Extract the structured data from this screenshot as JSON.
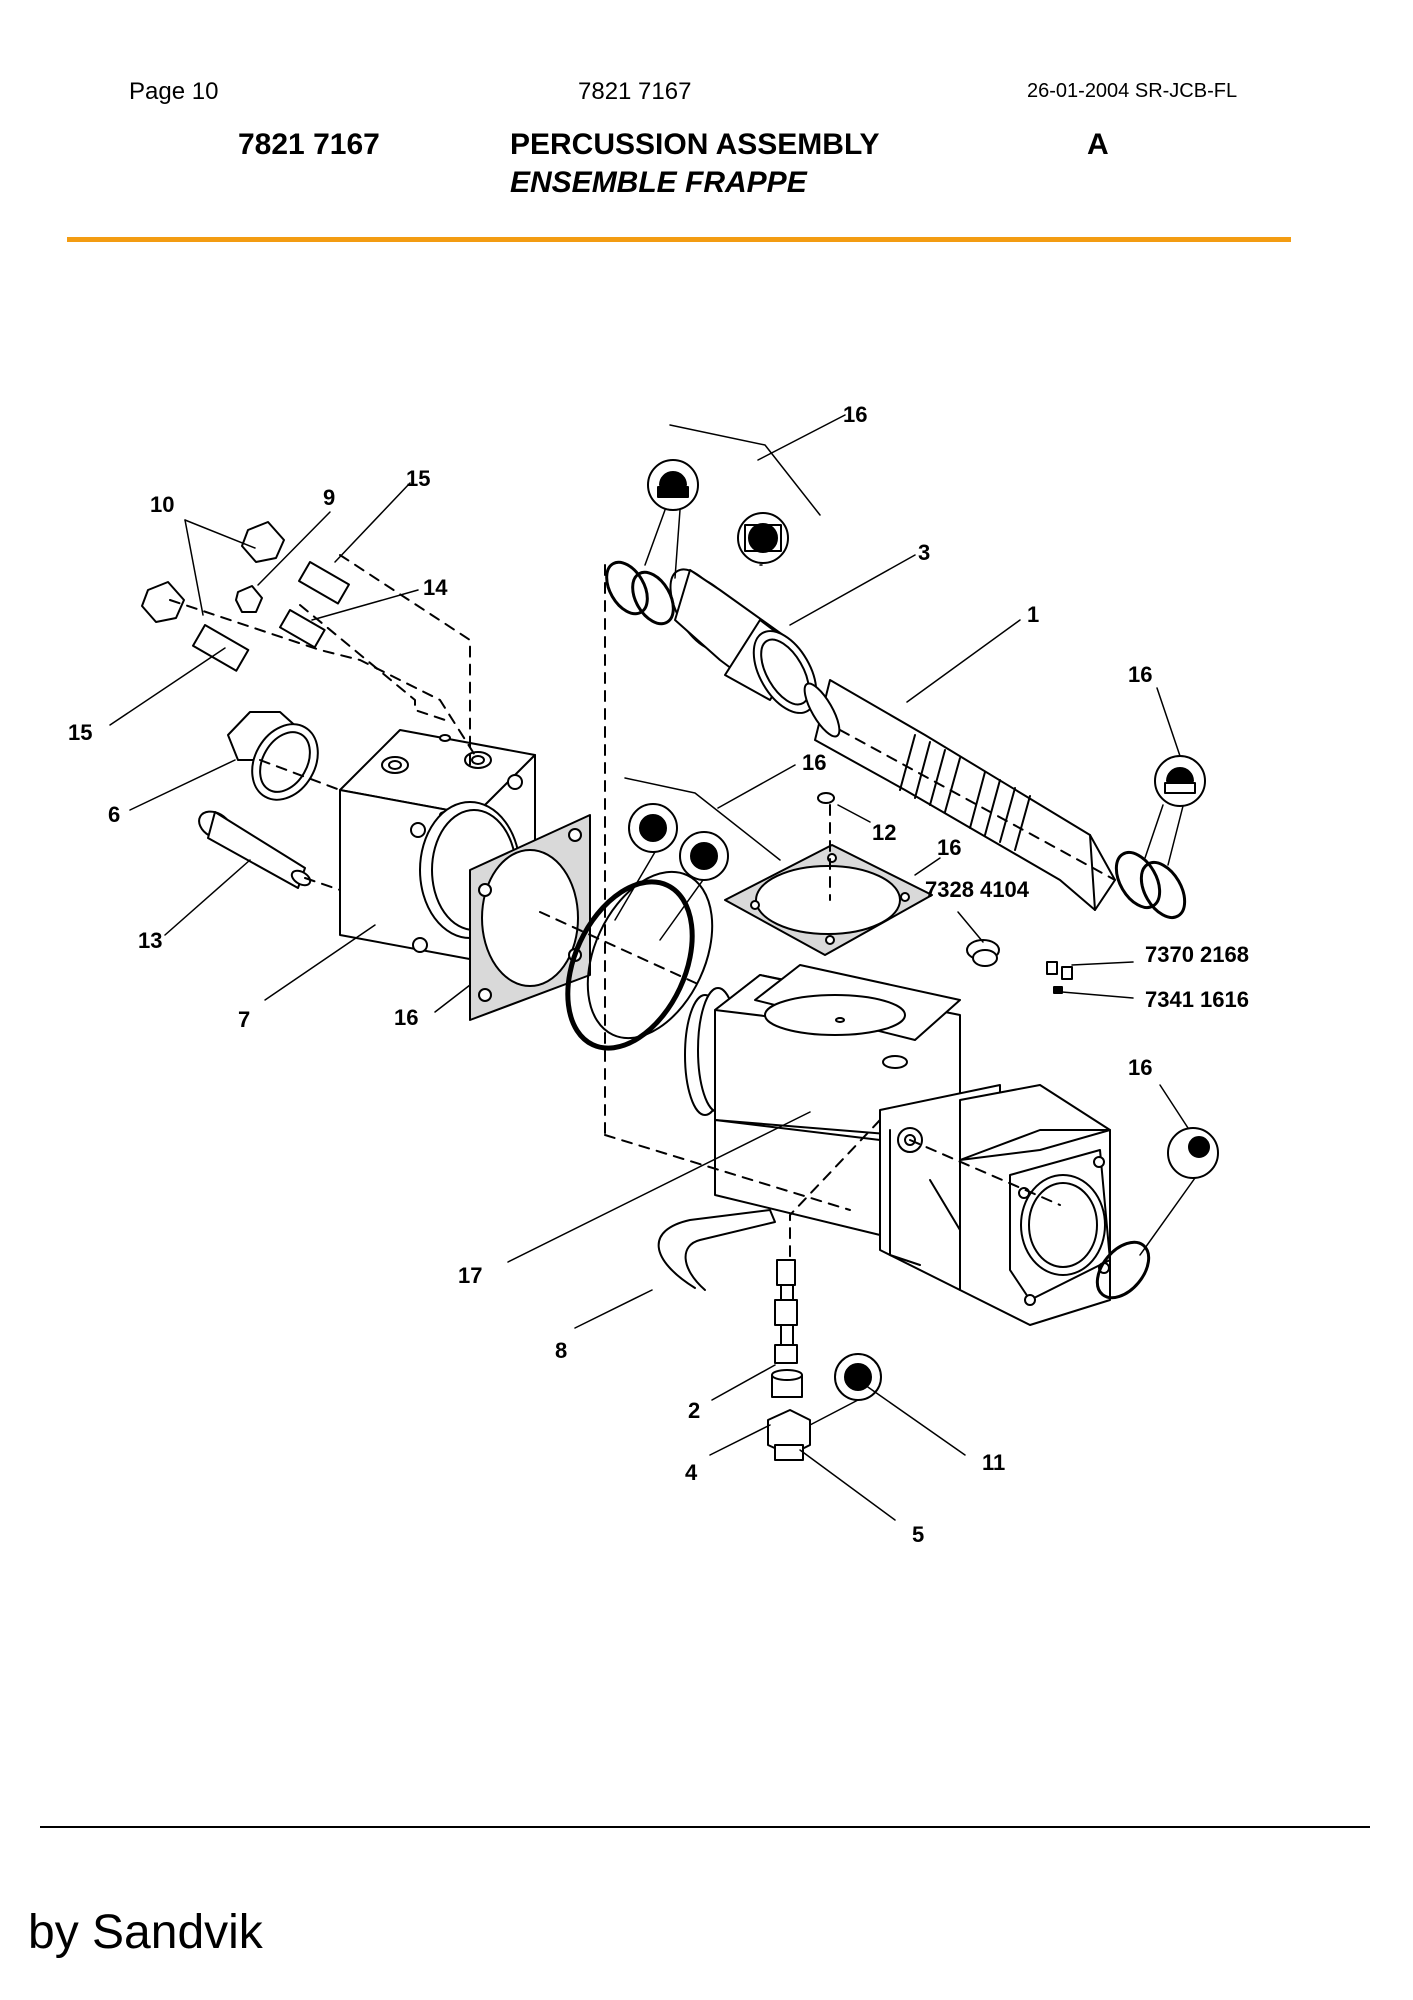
{
  "header": {
    "page": "Page 10",
    "doc_number": "7821 7167",
    "date_ref": "26-01-2004 SR-JCB-FL"
  },
  "title": {
    "part_number": "7821 7167",
    "name_en": "PERCUSSION ASSEMBLY",
    "name_fr": "ENSEMBLE FRAPPE",
    "revision": "A"
  },
  "callouts": {
    "c1": "1",
    "c2": "2",
    "c3": "3",
    "c4": "4",
    "c5": "5",
    "c6": "6",
    "c7": "7",
    "c8": "8",
    "c9": "9",
    "c10": "10",
    "c11": "11",
    "c12": "12",
    "c13": "13",
    "c14": "14",
    "c15a": "15",
    "c15b": "15",
    "c16a": "16",
    "c16b": "16",
    "c16c": "16",
    "c16d": "16",
    "c16e": "16",
    "c16f": "16",
    "c17": "17",
    "p73284104": "7328 4104",
    "p73702168": "7370 2168",
    "p73411616": "7341 1616"
  },
  "footer": {
    "text": "by Sandvik"
  },
  "colors": {
    "accent_rule": "#f39c12",
    "line": "#000000",
    "gasket_fill": "#d9d9d9"
  }
}
